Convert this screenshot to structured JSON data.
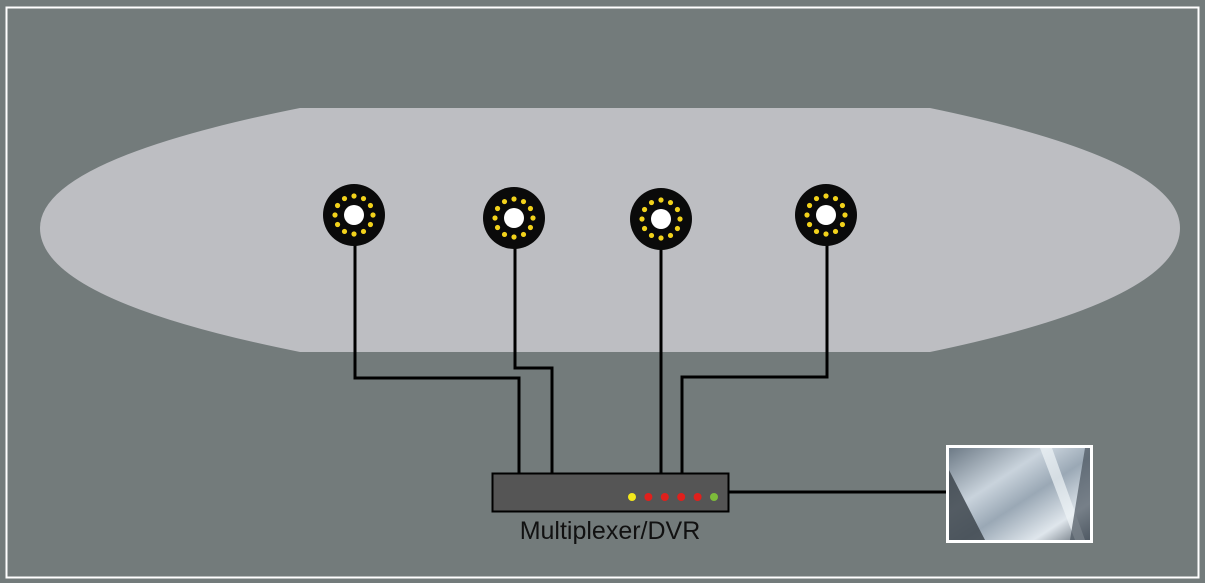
{
  "diagram": {
    "device_label": "Multiplexer/DVR",
    "cameras": [
      {
        "id": "camera-1"
      },
      {
        "id": "camera-2"
      },
      {
        "id": "camera-3"
      },
      {
        "id": "camera-4"
      }
    ],
    "dvr_indicators": [
      "yellow",
      "red",
      "red",
      "red",
      "red",
      "green"
    ],
    "colors": {
      "background": "#737b7b",
      "frame": "#ffffff",
      "hull": "#bdbec2",
      "cable": "#000000",
      "dvr_body": "#555555",
      "camera_body": "#0a0a0a",
      "camera_led": "#f2d21b",
      "camera_lens": "#ffffff",
      "led_yellow": "#f4e81c",
      "led_red": "#e0201c",
      "led_green": "#7dbb3a"
    }
  }
}
